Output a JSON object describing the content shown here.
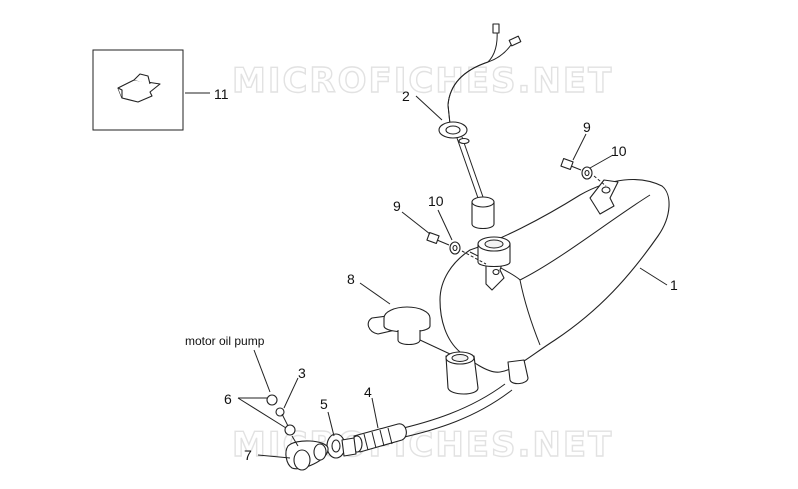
{
  "watermark": "MICROFICHES.NET",
  "note": "motor oil pump",
  "callouts": {
    "c1": "1",
    "c2": "2",
    "c3": "3",
    "c4": "4",
    "c5": "5",
    "c6": "6",
    "c7": "7",
    "c8": "8",
    "c9a": "9",
    "c9b": "9",
    "c10a": "10",
    "c10b": "10",
    "c11": "11"
  }
}
